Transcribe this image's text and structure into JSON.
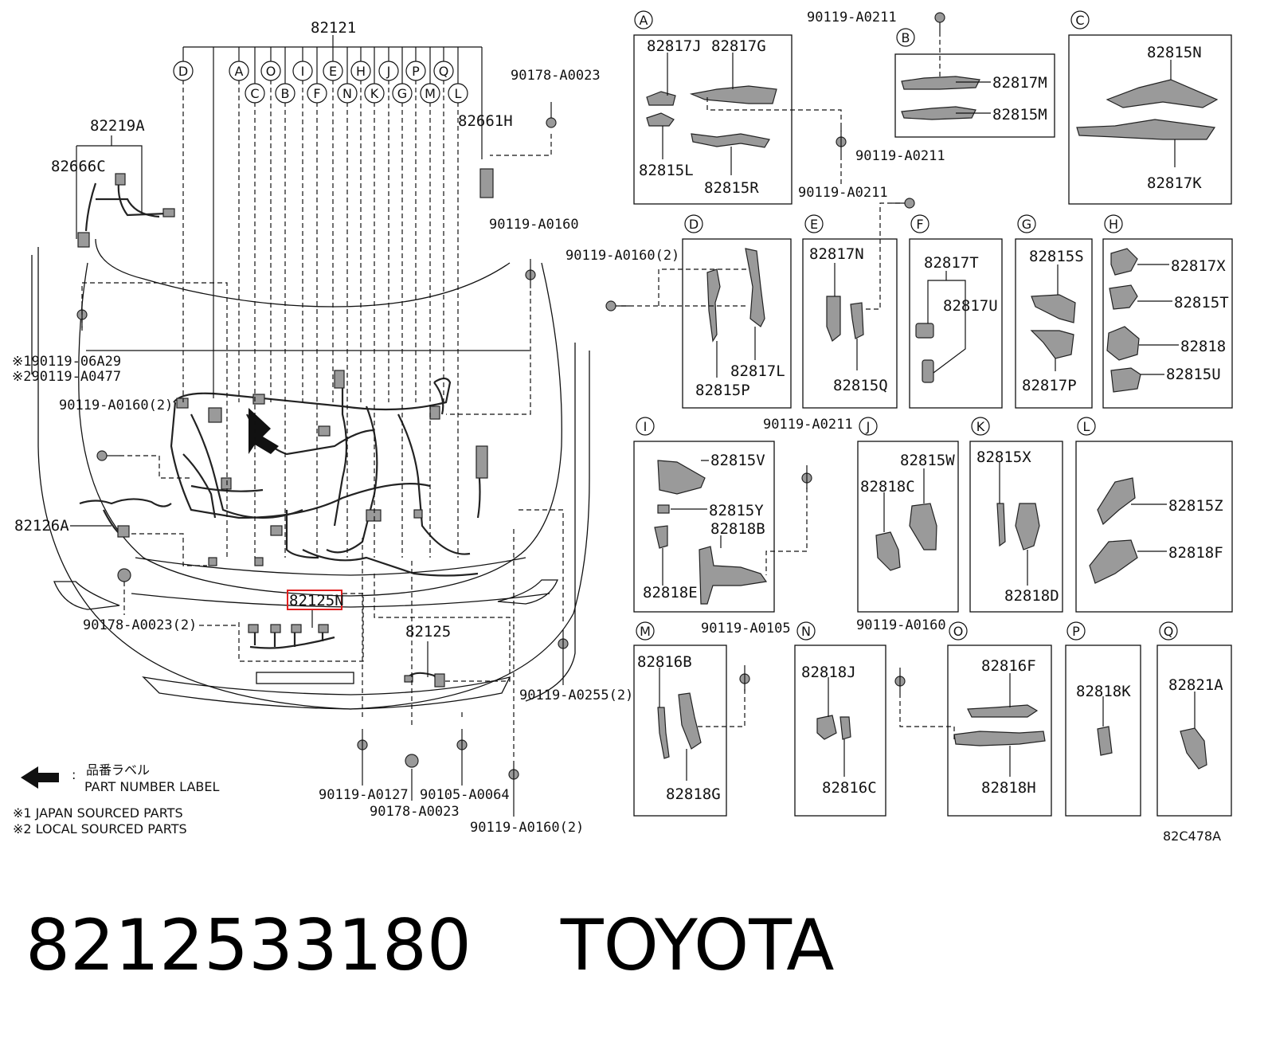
{
  "main_harness": {
    "part_number": "82121",
    "letters_row1": [
      "D",
      "A",
      "O",
      "I",
      "E",
      "H",
      "J",
      "P",
      "Q"
    ],
    "letters_row2": [
      "C",
      "B",
      "F",
      "N",
      "K",
      "G",
      "M",
      "L"
    ]
  },
  "main_labels": {
    "p82219A": "82219A",
    "p82666C": "82666C",
    "p82661H": "82661H",
    "p90178_top": "90178-A0023",
    "p90119_a0160": "90119-A0160",
    "p06A29": "※190119-06A29",
    "pA0477": "※290119-A0477",
    "p90119_a0160_2_left": "90119-A0160(2)",
    "p82126A": "82126A",
    "p82125N": "82125N",
    "p90178_2": "90178-A0023(2)",
    "p82125": "82125",
    "p90119_a0255": "90119-A0255(2)",
    "p90119_a0127": "90119-A0127",
    "p90105_a0064": "90105-A0064",
    "p90178_bottom": "90178-A0023",
    "p90119_a0160_2_bottom": "90119-A0160(2)"
  },
  "legend": {
    "label_jp": "品番ラベル",
    "label_en": "PART NUMBER LABEL",
    "note1": "※1 JAPAN SOURCED PARTS",
    "note2": "※2 LOCAL SOURCED PARTS"
  },
  "detail_boxes": {
    "A": {
      "letter": "A",
      "parts": [
        "82817J",
        "82817G",
        "82815L",
        "82815R"
      ]
    },
    "B": {
      "letter": "B",
      "parts": [
        "82817M",
        "82815M"
      ]
    },
    "C": {
      "letter": "C",
      "parts": [
        "82815N",
        "82817K"
      ]
    },
    "D": {
      "letter": "D",
      "parts": [
        "82817L",
        "82815P"
      ]
    },
    "E": {
      "letter": "E",
      "parts": [
        "82817N",
        "82815Q"
      ]
    },
    "F": {
      "letter": "F",
      "parts": [
        "82817T",
        "82817U"
      ]
    },
    "G": {
      "letter": "G",
      "parts": [
        "82815S",
        "82817P"
      ]
    },
    "H": {
      "letter": "H",
      "parts": [
        "82817X",
        "82815T",
        "82818",
        "82815U"
      ]
    },
    "I": {
      "letter": "I",
      "parts": [
        "82815V",
        "82815Y",
        "82818B",
        "82818E"
      ]
    },
    "J": {
      "letter": "J",
      "parts": [
        "82815W",
        "82818C"
      ]
    },
    "K": {
      "letter": "K",
      "parts": [
        "82815X",
        "82818D"
      ]
    },
    "L": {
      "letter": "L",
      "parts": [
        "82815Z",
        "82818F"
      ]
    },
    "M": {
      "letter": "M",
      "parts": [
        "82816B",
        "82818G"
      ]
    },
    "N": {
      "letter": "N",
      "parts": [
        "82818J",
        "82816C"
      ]
    },
    "O": {
      "letter": "O",
      "parts": [
        "82816F",
        "82818H"
      ]
    },
    "P": {
      "letter": "P",
      "parts": [
        "82818K"
      ]
    },
    "Q": {
      "letter": "Q",
      "parts": [
        "82821A"
      ]
    }
  },
  "fasteners_right": {
    "f_a0211_top": "90119-A0211",
    "f_a0211_mid": "90119-A0211",
    "f_a0211_low": "90119-A0211",
    "f_a0160_2": "90119-A0160(2)",
    "f_a0211_i": "90119-A0211",
    "f_a0105": "90119-A0105",
    "f_a0160_o": "90119-A0160"
  },
  "diagram_code": "82C478A",
  "footer": {
    "part_number": "8212533180",
    "maker": "TOYOTA"
  },
  "colors": {
    "highlight": "#e02020",
    "part_fill": "#9a9a9a",
    "ink": "#111111"
  }
}
